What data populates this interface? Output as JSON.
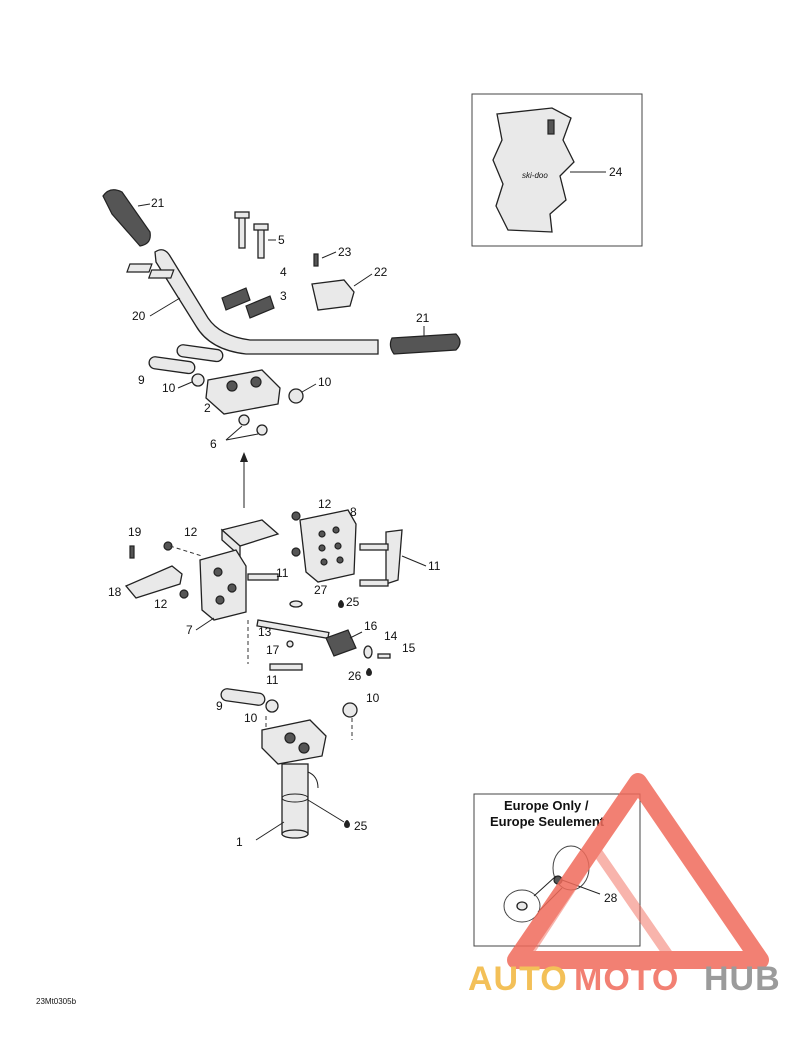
{
  "diagram": {
    "labels": {
      "p1": "1",
      "p2": "2",
      "p3": "3",
      "p4": "4",
      "p5": "5",
      "p6": "6",
      "p7": "7",
      "p8": "8",
      "p9a": "9",
      "p9b": "9",
      "p10a": "10",
      "p10b": "10",
      "p10c": "10",
      "p10d": "10",
      "p11a": "11",
      "p11b": "11",
      "p11c": "11",
      "p12a": "12",
      "p12b": "12",
      "p12c": "12",
      "p13": "13",
      "p14": "14",
      "p15": "15",
      "p16": "16",
      "p17": "17",
      "p18": "18",
      "p19": "19",
      "p20": "20",
      "p21a": "21",
      "p21b": "21",
      "p22": "22",
      "p23": "23",
      "p24": "24",
      "p25a": "25",
      "p25b": "25",
      "p26": "26",
      "p27": "27",
      "p28": "28"
    },
    "inset_europe": {
      "title_line1": "Europe Only /",
      "title_line2": "Europe Seulement"
    },
    "pad_logo": "ski-doo",
    "drawing_code": "23Mt0305b"
  },
  "watermark": {
    "auto": "AUTO",
    "moto": "MOTO",
    "hub": "HUB",
    "color_primary": "#f06b5b",
    "color_secondary": "#f2b63c",
    "color_tertiary": "#8a8a8a"
  }
}
